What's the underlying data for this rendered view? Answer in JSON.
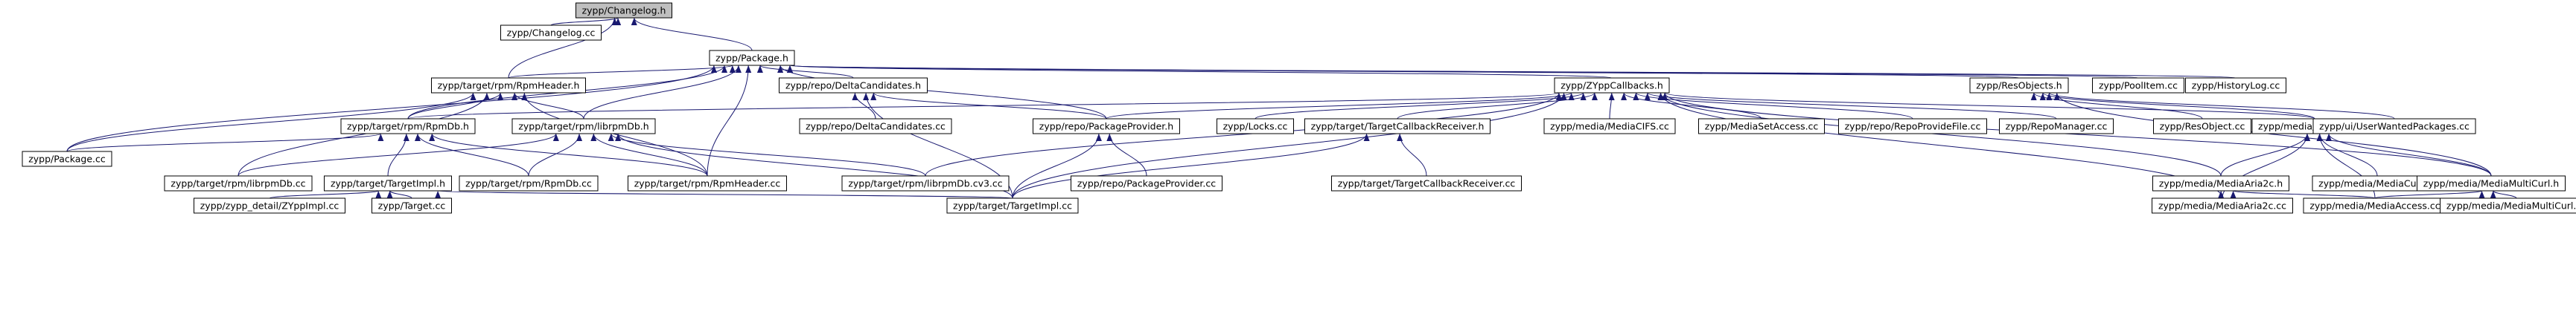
{
  "graph": {
    "nodes": [
      {
        "id": "changelog_h",
        "label": "zypp/Changelog.h",
        "highlighted": true
      },
      {
        "id": "changelog_cc",
        "label": "zypp/Changelog.cc"
      },
      {
        "id": "package_h",
        "label": "zypp/Package.h"
      },
      {
        "id": "rpmheader_h",
        "label": "zypp/target/rpm/RpmHeader.h"
      },
      {
        "id": "deltacand_h",
        "label": "zypp/repo/DeltaCandidates.h"
      },
      {
        "id": "zyppcallbacks_h",
        "label": "zypp/ZYppCallbacks.h"
      },
      {
        "id": "resobjects_h",
        "label": "zypp/ResObjects.h"
      },
      {
        "id": "poolitem_cc",
        "label": "zypp/PoolItem.cc"
      },
      {
        "id": "historylog_cc",
        "label": "zypp/HistoryLog.cc"
      },
      {
        "id": "rpmdb_h",
        "label": "zypp/target/rpm/RpmDb.h"
      },
      {
        "id": "librpmdb_h",
        "label": "zypp/target/rpm/librpmDb.h"
      },
      {
        "id": "deltacand_cc",
        "label": "zypp/repo/DeltaCandidates.cc"
      },
      {
        "id": "pkgprovider_h",
        "label": "zypp/repo/PackageProvider.h"
      },
      {
        "id": "locks_cc",
        "label": "zypp/Locks.cc"
      },
      {
        "id": "targetcbrecv_h",
        "label": "zypp/target/TargetCallbackReceiver.h"
      },
      {
        "id": "mediacifs_cc",
        "label": "zypp/media/MediaCIFS.cc"
      },
      {
        "id": "mediasetaccess_cc",
        "label": "zypp/MediaSetAccess.cc"
      },
      {
        "id": "repoprovidefile_cc",
        "label": "zypp/repo/RepoProvideFile.cc"
      },
      {
        "id": "repomanager_cc",
        "label": "zypp/RepoManager.cc"
      },
      {
        "id": "mediacurl_h",
        "label": "zypp/media/MediaCurl.h"
      },
      {
        "id": "resobject_cc",
        "label": "zypp/ResObject.cc"
      },
      {
        "id": "userwanted_cc",
        "label": "zypp/ui/UserWantedPackages.cc"
      },
      {
        "id": "package_cc",
        "label": "zypp/Package.cc"
      },
      {
        "id": "librpmdb_cc",
        "label": "zypp/target/rpm/librpmDb.cc"
      },
      {
        "id": "targetimpl_h",
        "label": "zypp/target/TargetImpl.h"
      },
      {
        "id": "rpmdb_cc",
        "label": "zypp/target/rpm/RpmDb.cc"
      },
      {
        "id": "rpmheader_cc",
        "label": "zypp/target/rpm/RpmHeader.cc"
      },
      {
        "id": "librpmdbcv3_cc",
        "label": "zypp/target/rpm/librpmDb.cv3.cc"
      },
      {
        "id": "pkgprovider_cc",
        "label": "zypp/repo/PackageProvider.cc"
      },
      {
        "id": "targetcbrecv_cc",
        "label": "zypp/target/TargetCallbackReceiver.cc"
      },
      {
        "id": "mediaaria2c_h",
        "label": "zypp/media/MediaAria2c.h"
      },
      {
        "id": "mediacurl_cc",
        "label": "zypp/media/MediaCurl.cc"
      },
      {
        "id": "mediamulticurl_h",
        "label": "zypp/media/MediaMultiCurl.h"
      },
      {
        "id": "zyppimpl_cc",
        "label": "zypp/zypp_detail/ZYppImpl.cc"
      },
      {
        "id": "target_cc",
        "label": "zypp/Target.cc"
      },
      {
        "id": "targetimpl_cc",
        "label": "zypp/target/TargetImpl.cc"
      },
      {
        "id": "mediaaria2c_cc",
        "label": "zypp/media/MediaAria2c.cc"
      },
      {
        "id": "mediaaccess_cc",
        "label": "zypp/media/MediaAccess.cc"
      },
      {
        "id": "mediamulticurl_cc",
        "label": "zypp/media/MediaMultiCurl.cc"
      }
    ],
    "edges": [
      [
        "changelog_h",
        "changelog_cc"
      ],
      [
        "changelog_h",
        "package_h"
      ],
      [
        "changelog_h",
        "rpmheader_h"
      ],
      [
        "package_h",
        "rpmheader_h"
      ],
      [
        "package_h",
        "deltacand_h"
      ],
      [
        "package_h",
        "zyppcallbacks_h"
      ],
      [
        "package_h",
        "resobjects_h"
      ],
      [
        "package_h",
        "poolitem_cc"
      ],
      [
        "package_h",
        "historylog_cc"
      ],
      [
        "package_h",
        "rpmdb_h"
      ],
      [
        "package_h",
        "librpmdb_h"
      ],
      [
        "package_h",
        "pkgprovider_h"
      ],
      [
        "package_h",
        "package_cc"
      ],
      [
        "package_h",
        "rpmheader_cc"
      ],
      [
        "rpmheader_h",
        "rpmdb_h"
      ],
      [
        "rpmheader_h",
        "librpmdb_h"
      ],
      [
        "rpmheader_h",
        "package_cc"
      ],
      [
        "rpmheader_h",
        "librpmdb_cc"
      ],
      [
        "rpmheader_h",
        "rpmheader_cc"
      ],
      [
        "deltacand_h",
        "deltacand_cc"
      ],
      [
        "deltacand_h",
        "pkgprovider_h"
      ],
      [
        "deltacand_h",
        "targetimpl_cc"
      ],
      [
        "zyppcallbacks_h",
        "rpmdb_h"
      ],
      [
        "zyppcallbacks_h",
        "pkgprovider_h"
      ],
      [
        "zyppcallbacks_h",
        "locks_cc"
      ],
      [
        "zyppcallbacks_h",
        "targetcbrecv_h"
      ],
      [
        "zyppcallbacks_h",
        "mediacifs_cc"
      ],
      [
        "zyppcallbacks_h",
        "mediasetaccess_cc"
      ],
      [
        "zyppcallbacks_h",
        "repoprovidefile_cc"
      ],
      [
        "zyppcallbacks_h",
        "repomanager_cc"
      ],
      [
        "zyppcallbacks_h",
        "mediacurl_h"
      ],
      [
        "zyppcallbacks_h",
        "mediamulticurl_h"
      ],
      [
        "zyppcallbacks_h",
        "librpmdbcv3_cc"
      ],
      [
        "zyppcallbacks_h",
        "targetimpl_cc"
      ],
      [
        "zyppcallbacks_h",
        "mediaaria2c_h"
      ],
      [
        "zyppcallbacks_h",
        "mediaaria2c_cc"
      ],
      [
        "resobjects_h",
        "resobject_cc"
      ],
      [
        "resobjects_h",
        "userwanted_cc"
      ],
      [
        "resobjects_h",
        "mediacurl_h"
      ],
      [
        "resobjects_h",
        "mediamulticurl_h"
      ],
      [
        "rpmdb_h",
        "package_cc"
      ],
      [
        "rpmdb_h",
        "targetimpl_h"
      ],
      [
        "rpmdb_h",
        "rpmdb_cc"
      ],
      [
        "rpmdb_h",
        "rpmheader_cc"
      ],
      [
        "librpmdb_h",
        "librpmdb_cc"
      ],
      [
        "librpmdb_h",
        "rpmdb_cc"
      ],
      [
        "librpmdb_h",
        "rpmheader_cc"
      ],
      [
        "librpmdb_h",
        "librpmdbcv3_cc"
      ],
      [
        "librpmdb_h",
        "targetimpl_cc"
      ],
      [
        "pkgprovider_h",
        "pkgprovider_cc"
      ],
      [
        "pkgprovider_h",
        "targetimpl_cc"
      ],
      [
        "targetcbrecv_h",
        "targetcbrecv_cc"
      ],
      [
        "targetcbrecv_h",
        "targetimpl_cc"
      ],
      [
        "mediacurl_h",
        "mediaaria2c_h"
      ],
      [
        "mediacurl_h",
        "mediacurl_cc"
      ],
      [
        "mediacurl_h",
        "mediamulticurl_h"
      ],
      [
        "mediacurl_h",
        "mediaaria2c_cc"
      ],
      [
        "mediacurl_h",
        "mediaaccess_cc"
      ],
      [
        "targetimpl_h",
        "zyppimpl_cc"
      ],
      [
        "targetimpl_h",
        "target_cc"
      ],
      [
        "targetimpl_h",
        "targetimpl_cc"
      ],
      [
        "mediaaria2c_h",
        "mediaaria2c_cc"
      ],
      [
        "mediaaria2c_h",
        "mediaaccess_cc"
      ],
      [
        "mediamulticurl_h",
        "mediaaccess_cc"
      ],
      [
        "mediamulticurl_h",
        "mediamulticurl_cc"
      ]
    ]
  },
  "colors": {
    "highlighted_fill": "#bfbfbf",
    "node_fill": "#ffffff",
    "node_border": "#000000",
    "edge": "#191970",
    "text": "#000000"
  }
}
